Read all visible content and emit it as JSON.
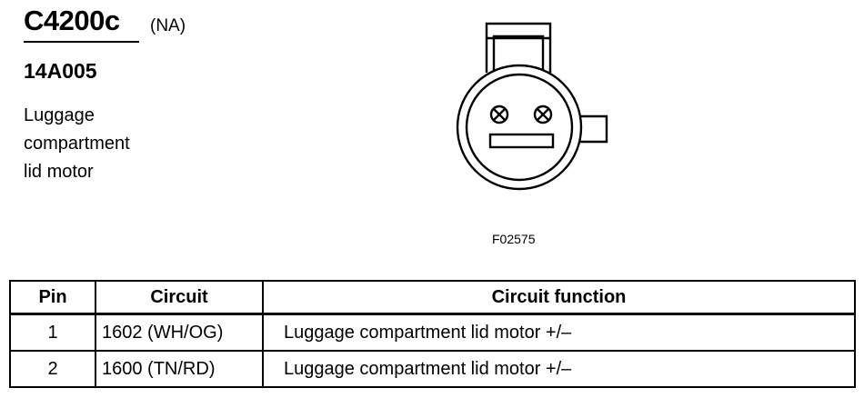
{
  "header": {
    "connector_code": "C4200c",
    "qualifier": "(NA)",
    "part_number": "14A005",
    "component_name_lines": [
      "Luggage",
      "compartment",
      "lid motor"
    ]
  },
  "figure": {
    "id": "F02575",
    "terminal_count": 2
  },
  "table": {
    "columns": [
      "Pin",
      "Circuit",
      "Circuit function"
    ],
    "rows": [
      {
        "pin": "1",
        "circuit": "1602 (WH/OG)",
        "function": "Luggage compartment lid motor +/–"
      },
      {
        "pin": "2",
        "circuit": "1600 (TN/RD)",
        "function": "Luggage compartment lid motor +/–"
      }
    ]
  }
}
